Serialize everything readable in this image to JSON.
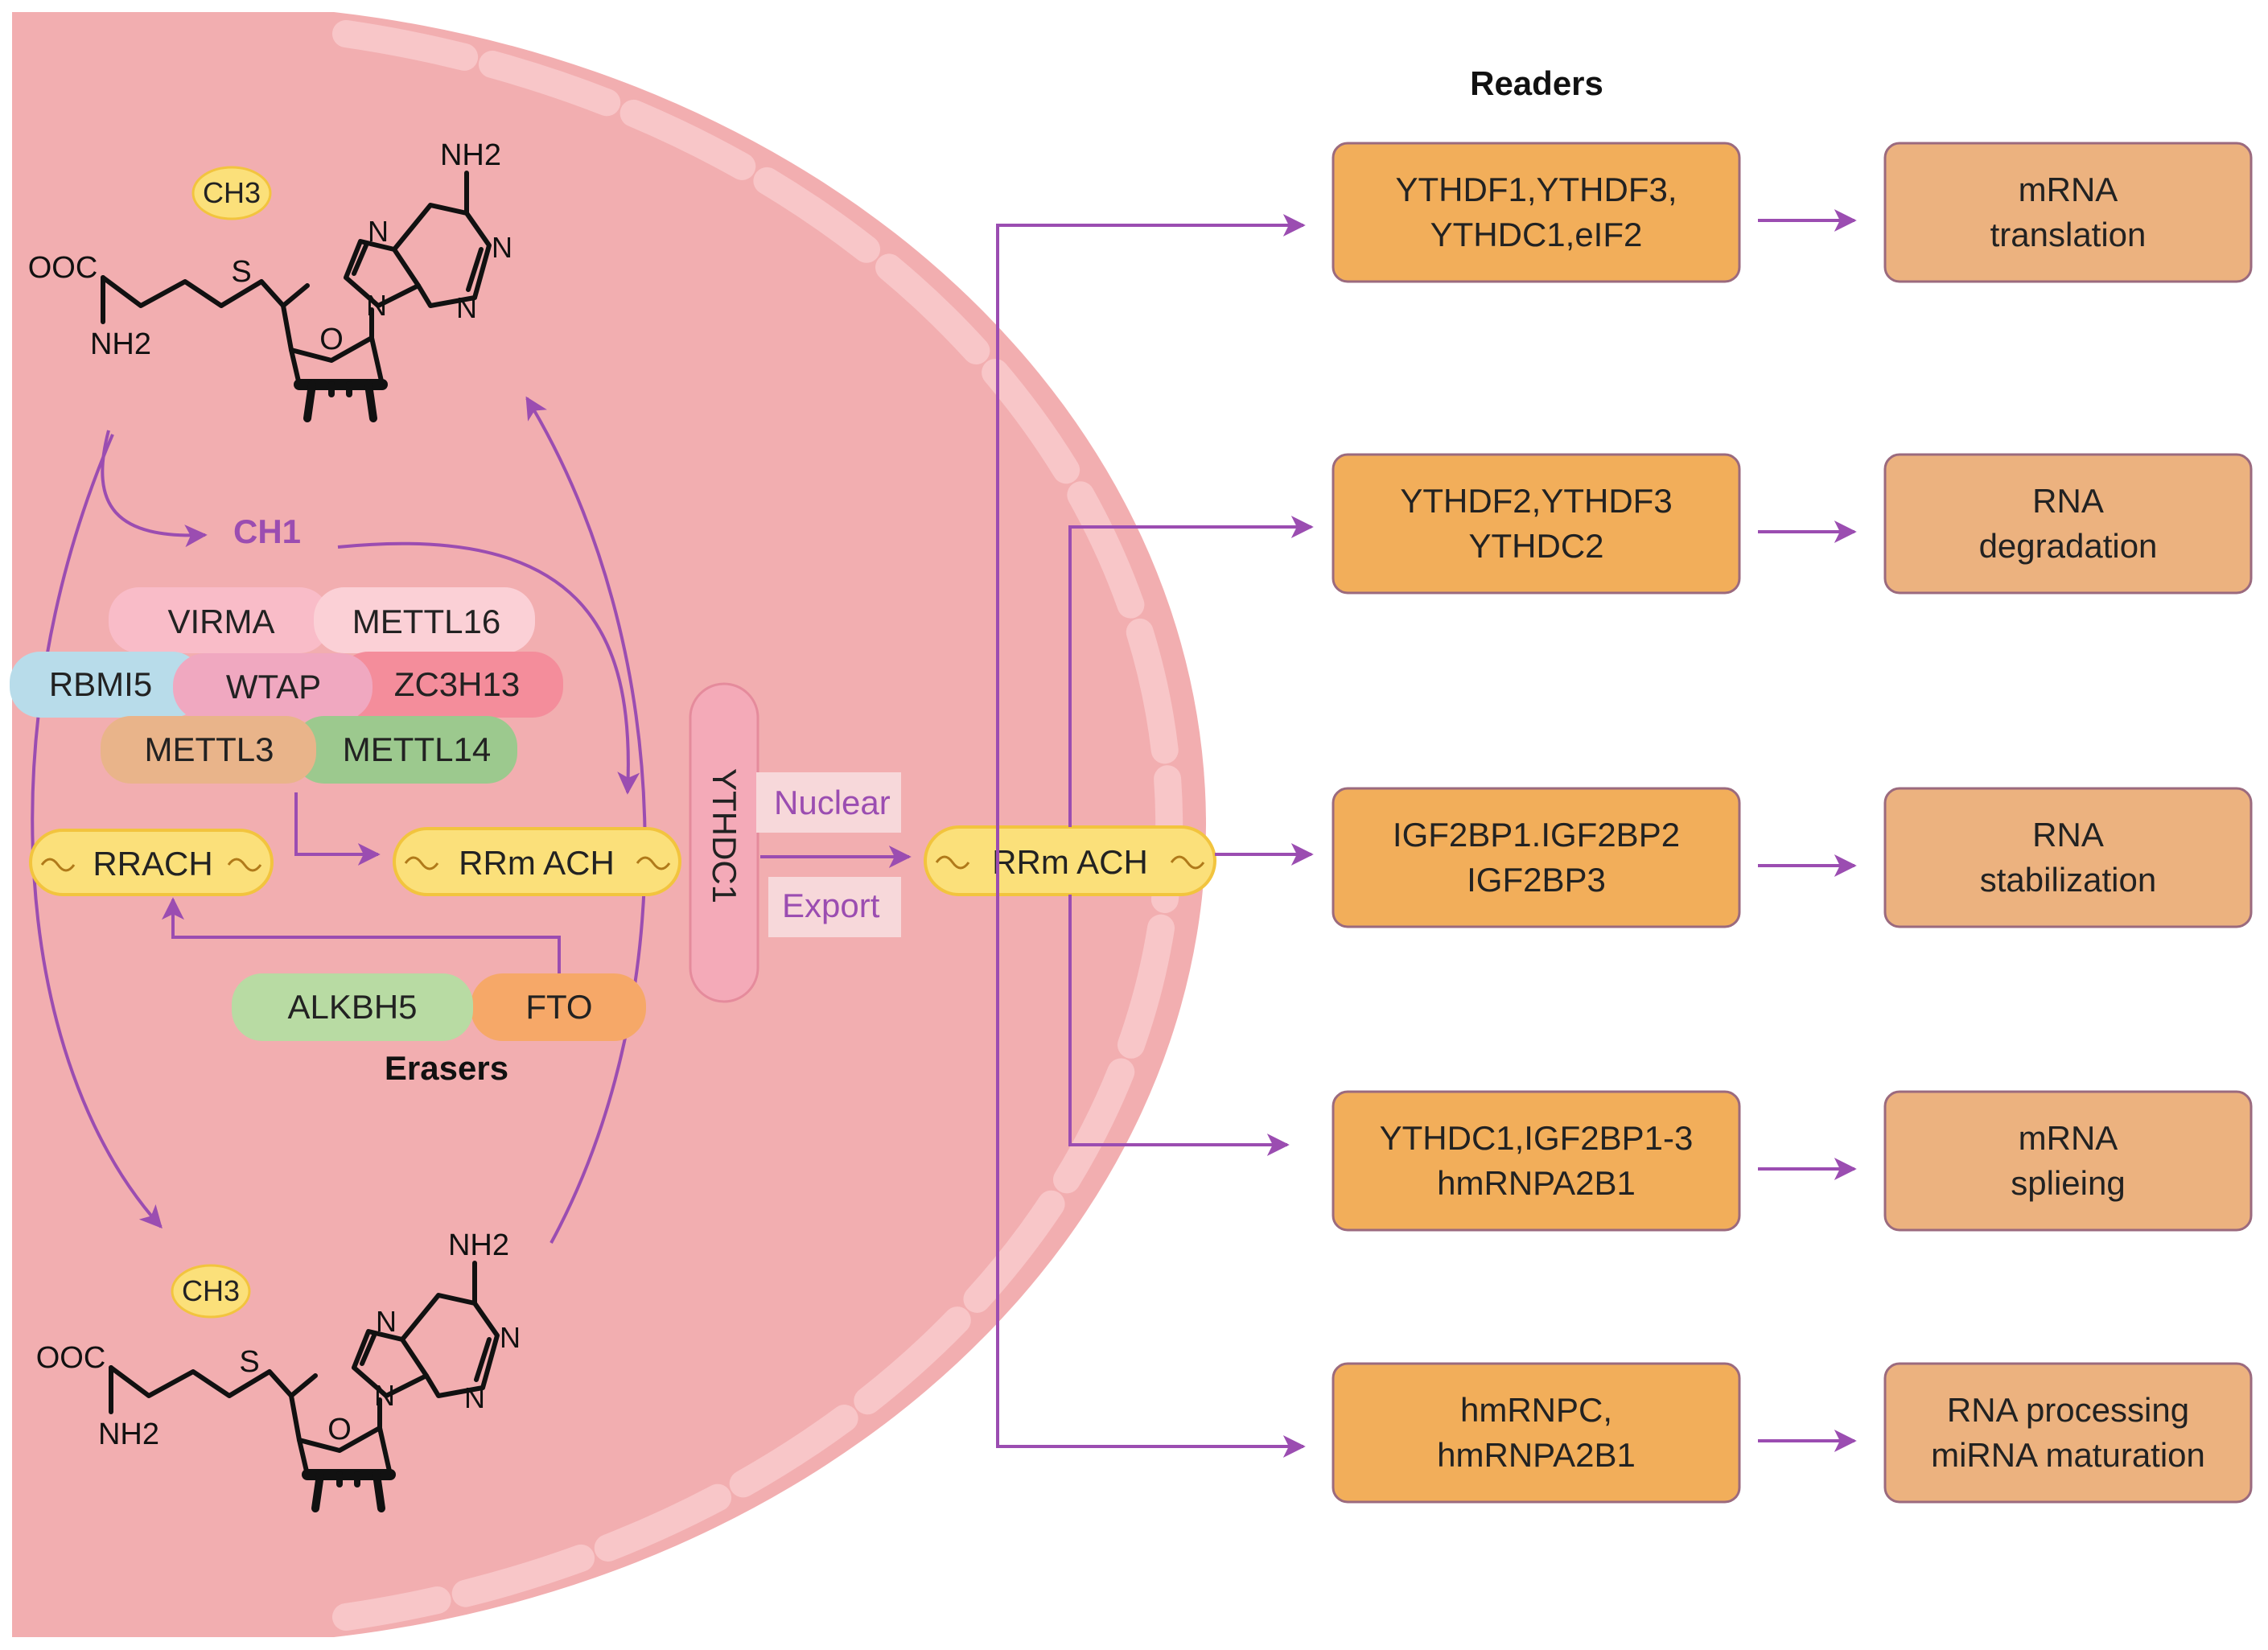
{
  "colors": {
    "cell": "#f2aeb0",
    "cell_dash": "#f8c6c8",
    "purple": "#9b4db1",
    "reader_fill": "#f2ae5a",
    "outcome_fill": "#ecb27f",
    "box_stroke": "#9b6a7e",
    "pill_yellow": "#fbe07a",
    "pill_yellow_stroke": "#f2c43e",
    "virma": "#f9bcc8",
    "mettl16": "#fbd0d6",
    "rbmi5": "#b8dcea",
    "wtap": "#f0a8c0",
    "zc3h13": "#f48d9b",
    "mettl3": "#e9b48a",
    "mettl14": "#9cc98e",
    "alkbh5": "#b8dba3",
    "fto": "#f6a868",
    "ythdc1_pill": "#f4aab8"
  },
  "molecule_top": {
    "methyl": "CH3",
    "amine": "NH2",
    "carboxyl": "OOC",
    "alpha_amine": "NH2",
    "sulfur": "S",
    "oxygen": "O",
    "n_top": "N",
    "n_right": "N",
    "n_left": "N",
    "n_bottom": "N"
  },
  "molecule_bottom": {
    "methyl": "CH3",
    "amine": "NH2",
    "carboxyl": "OOC",
    "alpha_amine": "NH2",
    "sulfur": "S",
    "oxygen": "O",
    "n_top": "N",
    "n_right": "N",
    "n_left": "N",
    "n_bottom": "N"
  },
  "methyl_transfer": "CH1",
  "writers": {
    "virma": "VIRMA",
    "mettl16": "METTL16",
    "rbmi5": "RBMI5",
    "wtap": "WTAP",
    "zc3h13": "ZC3H13",
    "mettl3": "METTL3",
    "mettl14": "METTL14"
  },
  "rrach": "RRACH",
  "rrmach_nuclear": "RRm ACH",
  "rrmach_cytoplasm": "RRm ACH",
  "erasers": {
    "alkbh5": "ALKBH5",
    "fto": "FTO",
    "label": "Erasers"
  },
  "ythdc1": "YTHDC1",
  "export": {
    "nuclear": "Nuclear",
    "export": "Export"
  },
  "readers_title": "Readers",
  "readers": [
    {
      "line1": "YTHDF1,YTHDF3,",
      "line2": "YTHDC1,eIF2"
    },
    {
      "line1": "YTHDF2,YTHDF3",
      "line2": "YTHDC2"
    },
    {
      "line1": "IGF2BP1.IGF2BP2",
      "line2": "IGF2BP3"
    },
    {
      "line1": "YTHDC1,IGF2BP1-3",
      "line2": "hmRNPA2B1"
    },
    {
      "line1": "hmRNPC,",
      "line2": "hmRNPA2B1"
    }
  ],
  "outcomes": [
    {
      "line1": "mRNA",
      "line2": "translation"
    },
    {
      "line1": "RNA",
      "line2": "degradation"
    },
    {
      "line1": "RNA",
      "line2": "stabilization"
    },
    {
      "line1": "mRNA",
      "line2": "splieing"
    },
    {
      "line1": "RNA processing",
      "line2": "miRNA maturation"
    }
  ]
}
